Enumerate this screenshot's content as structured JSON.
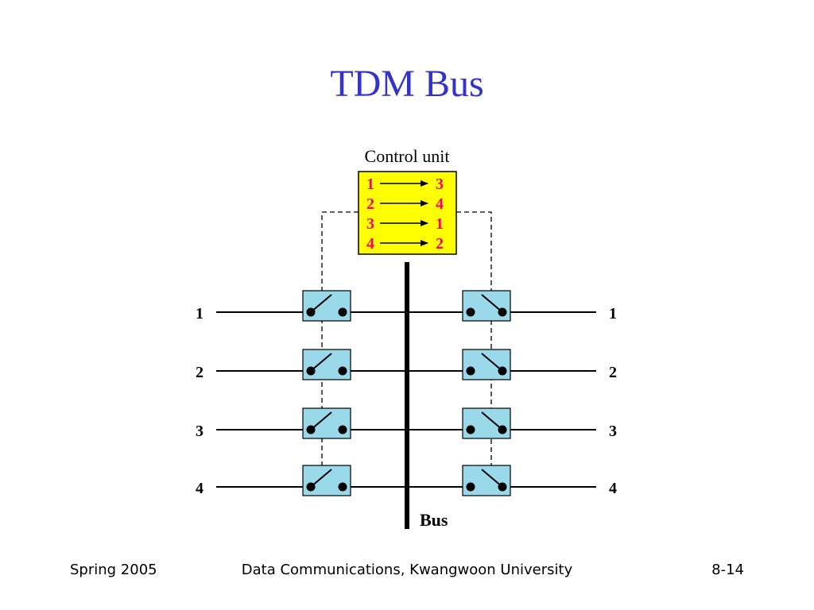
{
  "title": "TDM Bus",
  "diagram": {
    "control_unit_label": "Control unit",
    "mappings": [
      {
        "from": "1",
        "to": "3"
      },
      {
        "from": "2",
        "to": "4"
      },
      {
        "from": "3",
        "to": "1"
      },
      {
        "from": "4",
        "to": "2"
      }
    ],
    "left_lines": [
      "1",
      "2",
      "3",
      "4"
    ],
    "right_lines": [
      "1",
      "2",
      "3",
      "4"
    ],
    "bus_label": "Bus",
    "colors": {
      "control_box": "#ffff00",
      "mapping_text": "#ff0066",
      "switch_box": "#99d9ea",
      "title": "#3333cc"
    }
  },
  "footer": {
    "left": "Spring 2005",
    "center": "Data Communications, Kwangwoon University",
    "right": "8-14"
  }
}
